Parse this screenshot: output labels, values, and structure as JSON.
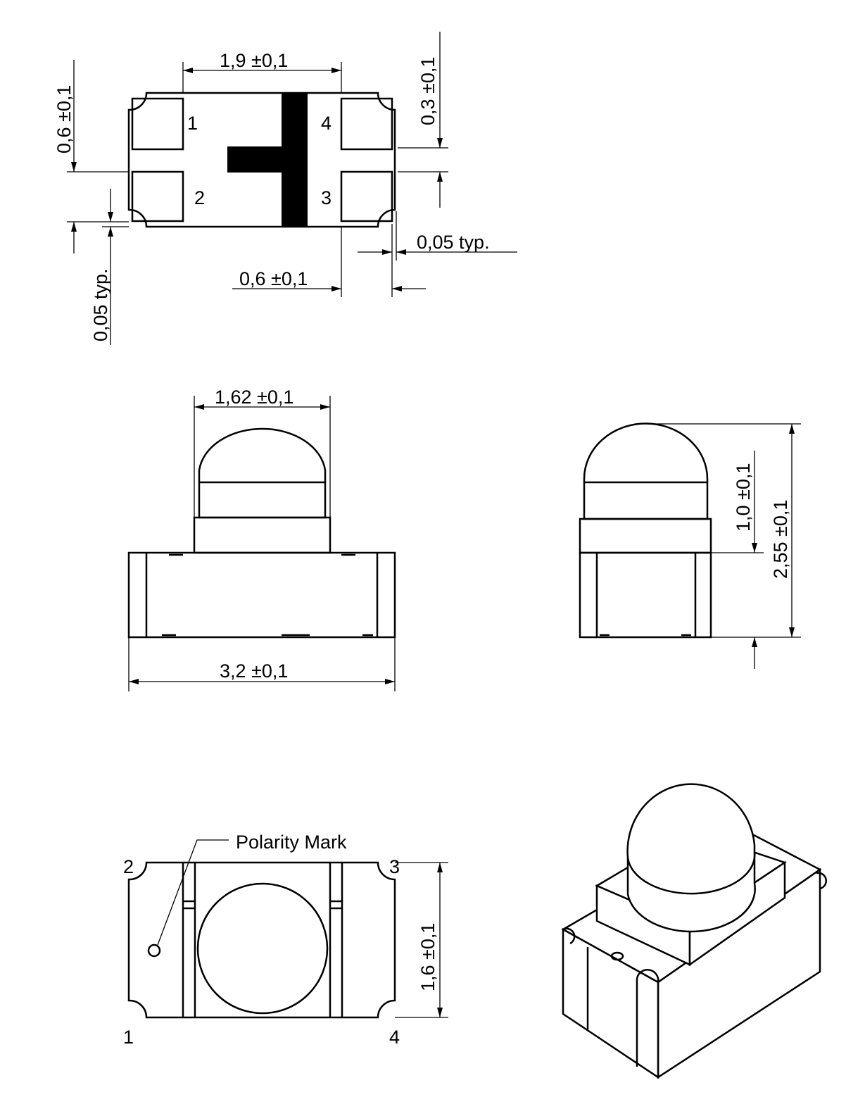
{
  "top_view": {
    "dim_width_pads": "1,9 ±0,1",
    "dim_pad_height": "0,6 ±0,1",
    "dim_pad_gap": "0,3 ±0,1",
    "dim_offset_left": "0,05 typ.",
    "dim_offset_right": "0,05 typ.",
    "dim_pad_width": "0,6 ±0,1",
    "pins": [
      "1",
      "2",
      "3",
      "4"
    ]
  },
  "side_view": {
    "dim_lens_width": "1,62 ±0,1",
    "dim_body_length": "3,2 ±0,1"
  },
  "end_view": {
    "dim_base_height": "1,0 ±0,1",
    "dim_total_height": "2,55 ±0,1"
  },
  "bottom_view": {
    "polarity_label": "Polarity Mark",
    "dim_body_width": "1,6 ±0,1",
    "pins": [
      "1",
      "2",
      "3",
      "4"
    ]
  }
}
